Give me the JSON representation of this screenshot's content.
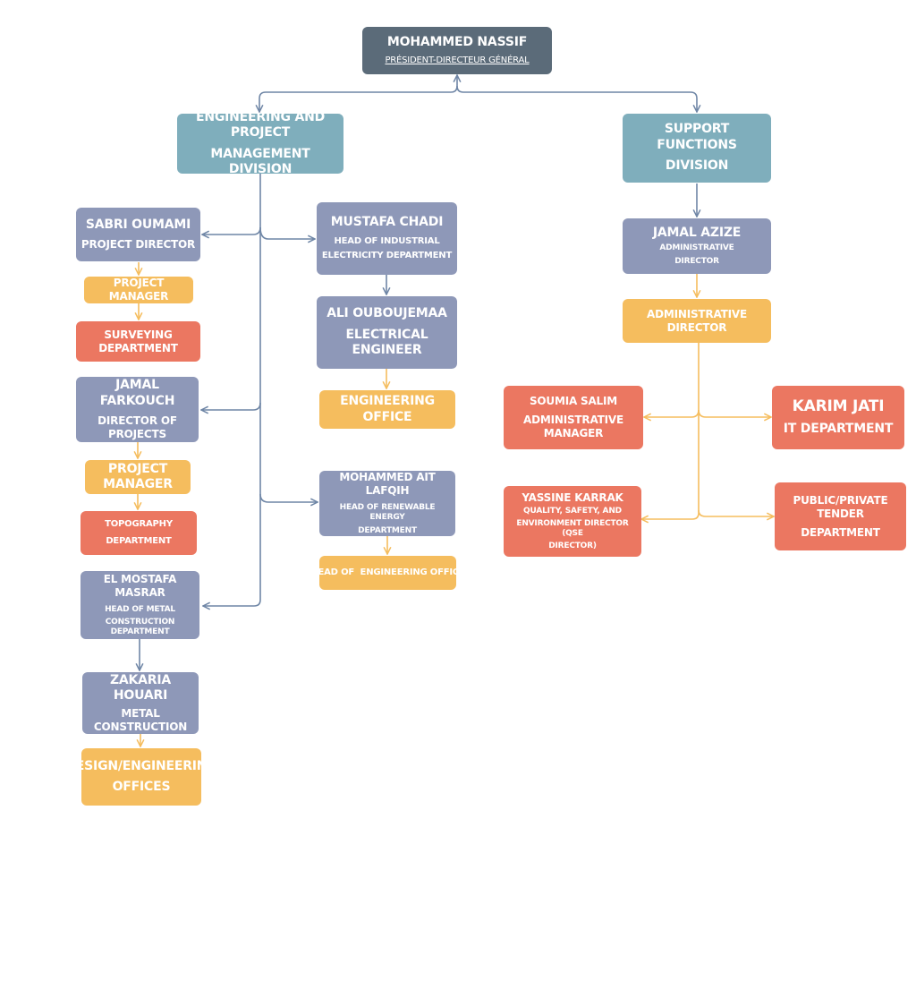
{
  "ceo": {
    "name": "MOHAMMED NASSIF",
    "title": "PRÉSIDENT-DIRECTEUR GÉNÉRAL"
  },
  "engineering_division": {
    "line1": "ENGINEERING AND PROJECT",
    "line2": "MANAGEMENT DIVISION"
  },
  "support_division": {
    "line1": "SUPPORT FUNCTIONS",
    "line2": "DIVISION"
  },
  "sabri": {
    "name": "SABRI OUMAMI",
    "title": "PROJECT DIRECTOR"
  },
  "pm1": "PROJECT MANAGER",
  "surveying": "SURVEYING DEPARTMENT",
  "jamal_f": {
    "name": "JAMAL FARKOUCH",
    "title": "DIRECTOR OF PROJECTS"
  },
  "pm2": "PROJECT MANAGER",
  "topography": {
    "line1": "TOPOGRAPHY",
    "line2": "DEPARTMENT"
  },
  "masrar": {
    "name": "EL MOSTAFA MASRAR",
    "line1": "HEAD OF METAL",
    "line2": "CONSTRUCTION DEPARTMENT"
  },
  "houari": {
    "name": "ZAKARIA HOUARI",
    "title": "METAL CONSTRUCTION"
  },
  "design_offices": {
    "line1": "DESIGN/ENGINEERING",
    "line2": "OFFICES"
  },
  "chadi": {
    "name": "MUSTAFA CHADI",
    "line1": "HEAD OF INDUSTRIAL",
    "line2": "ELECTRICITY DEPARTMENT"
  },
  "ali": {
    "name": "ALI OUBOUJEMAA",
    "title": "ELECTRICAL ENGINEER"
  },
  "eng_office": "ENGINEERING OFFICE",
  "lafqih": {
    "name": "MOHAMMED AIT LAFQIH",
    "line1": "HEAD OF RENEWABLE ENERGY",
    "line2": "DEPARTMENT"
  },
  "head_eng_office": "HEAD OF  ENGINEERING OFFICE",
  "azize": {
    "name": "JAMAL AZIZE",
    "line1": "ADMINISTRATIVE",
    "line2": "DIRECTOR"
  },
  "admin_director": "ADMINISTRATIVE DIRECTOR",
  "soumia": {
    "name": "SOUMIA SALIM",
    "title": "ADMINISTRATIVE MANAGER"
  },
  "karim": {
    "name": "KARIM JATI",
    "title": "IT DEPARTMENT"
  },
  "yassine": {
    "name": "YASSINE KARRAK",
    "line1": "QUALITY, SAFETY, AND",
    "line2": "ENVIRONMENT DIRECTOR (QSE",
    "line3": "DIRECTOR)"
  },
  "tender": {
    "line1": "PUBLIC/PRIVATE TENDER",
    "line2": "DEPARTMENT"
  },
  "colors": {
    "slate": "#5b6b79",
    "teal": "#7faebc",
    "lavender": "#8e98b8",
    "amber": "#f5bd5e",
    "coral": "#eb7761",
    "connector_blue": "#6f86a6",
    "connector_amber": "#f5bd5e"
  }
}
